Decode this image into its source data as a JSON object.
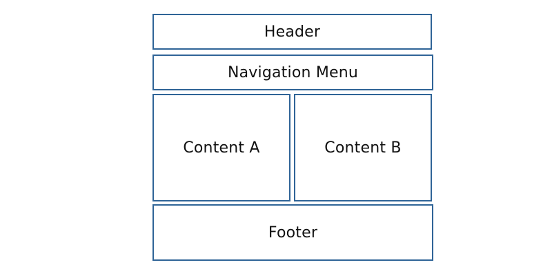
{
  "diagram": {
    "header": {
      "label": "Header"
    },
    "nav": {
      "label": "Navigation Menu"
    },
    "content_a": {
      "label": "Content A"
    },
    "content_b": {
      "label": "Content B"
    },
    "footer": {
      "label": "Footer"
    }
  },
  "colors": {
    "border": "#2f6497",
    "text": "#111111",
    "background": "#ffffff"
  }
}
